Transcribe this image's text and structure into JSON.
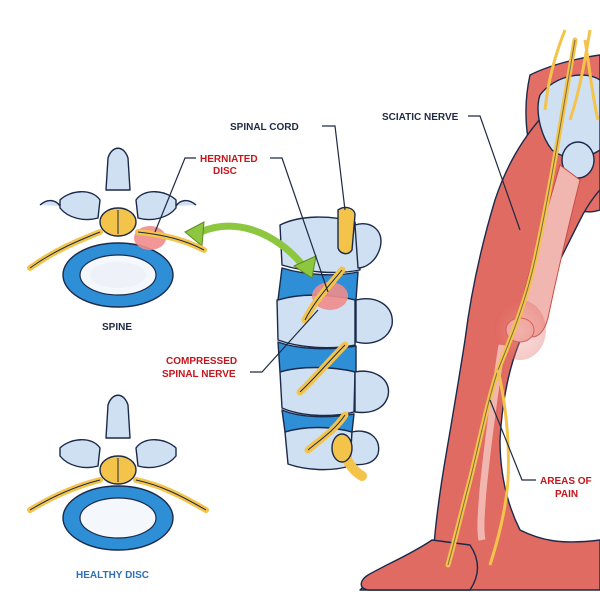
{
  "labels": {
    "spinal_cord": "SPINAL CORD",
    "sciatic_nerve": "SCIATIC NERVE",
    "herniated_disc_line1": "HERNIATED",
    "herniated_disc_line2": "DISC",
    "spine": "SPINE",
    "compressed_line1": "COMPRESSED",
    "compressed_line2": "SPINAL NERVE",
    "areas_of_pain_line1": "AREAS OF",
    "areas_of_pain_line2": "PAIN",
    "healthy_disc": "HEALTHY DISC"
  },
  "colors": {
    "bone": "#cfe0f2",
    "disc": "#2e8fd6",
    "nerve": "#f3c34a",
    "inflammation": "#f08c8c",
    "leg": "#e06b62",
    "arrow": "#8dc63f",
    "label_red": "#c4161c",
    "label_dark": "#1f2a44",
    "label_blue": "#2e6fb5"
  }
}
